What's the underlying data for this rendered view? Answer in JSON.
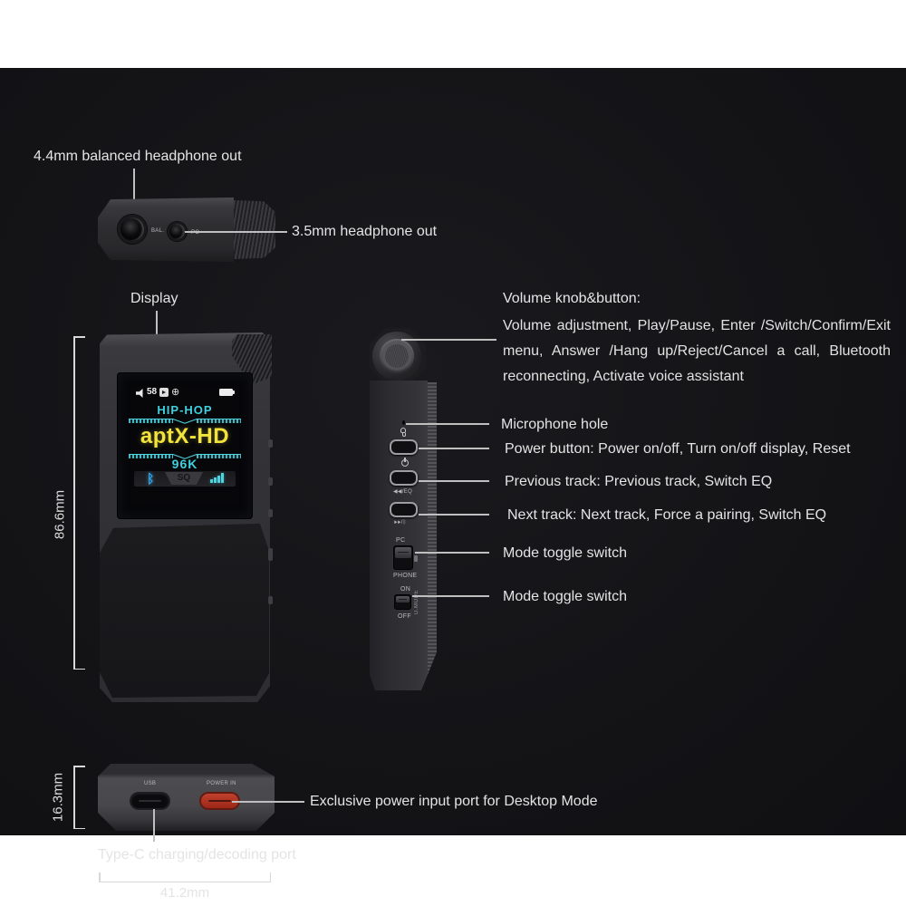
{
  "device_photo": {
    "colors": {
      "photo_background": "#131316",
      "annotation_text": "#e4e4e4",
      "display_cyan": "#3fd0de",
      "display_yellow": "#f2e43a",
      "bluetooth_blue": "#35a3e8",
      "power_in_port_red": "#a82c1e"
    },
    "top_view": {
      "balanced_out_label": "4.4mm balanced headphone out",
      "headphone_out_label": "3.5mm headphone out",
      "jack_bal_marking": "BAL.",
      "jack_po_marking": "PO"
    },
    "front_view": {
      "display_label": "Display",
      "height_dimension": "86.6mm",
      "screen": {
        "volume": "58",
        "plus_icon": "⊕",
        "genre": "HIP-HOP",
        "codec": "aptX-HD",
        "sample_rate": "96K",
        "bt_glyph": "ᛒ",
        "sq_badge": "SQ"
      }
    },
    "side_view": {
      "volume_title": "Volume knob&button:",
      "volume_desc": "Volume adjustment, Play/Pause, Enter /Switch/Confirm/Exit menu, Answer /Hang up/Reject/Cancel a call, Bluetooth reconnecting, Activate voice assistant",
      "callouts": [
        {
          "label": "Microphone hole"
        },
        {
          "label": "Power button: Power on/off, Turn on/off display, Reset"
        },
        {
          "label": "Previous track: Previous track, Switch EQ"
        },
        {
          "label": "Next track: Next track, Force a pairing, Switch EQ"
        },
        {
          "label": "Mode toggle switch"
        },
        {
          "label": "Mode toggle switch"
        }
      ],
      "markings": {
        "prev": "◀◀/EQ",
        "next": "▶▶/ᛒ",
        "pc": "PC",
        "phone": "PHONE",
        "on": "ON",
        "off": "OFF",
        "dmode": "D.MODE"
      }
    },
    "bottom_view": {
      "height_dimension": "16.3mm",
      "width_dimension": "41.2mm",
      "usb_marking": "USB",
      "power_in_marking": "POWER IN",
      "power_port_label": "Exclusive power input port for Desktop Mode",
      "typec_label": "Type-C charging/decoding port"
    }
  }
}
